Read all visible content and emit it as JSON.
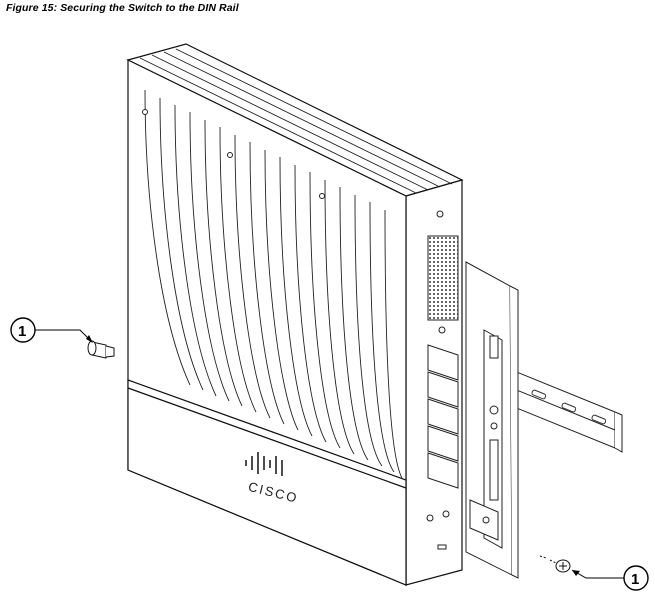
{
  "figure": {
    "caption": "Figure 15: Securing the Switch to the DIN Rail",
    "logo_text": "CISCO",
    "callouts": [
      {
        "label": "1"
      },
      {
        "label": "1"
      }
    ]
  }
}
